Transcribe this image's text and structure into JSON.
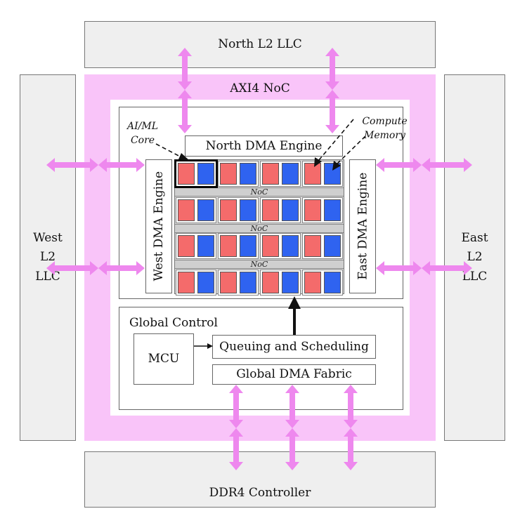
{
  "colors": {
    "pink_band": "#f9c4f9",
    "arrow_pink": "#ee88ee",
    "core_red": "#f46b6b",
    "core_blue": "#2f63f0",
    "noc_gray": "#cfcfcf",
    "box_gray": "#efefef"
  },
  "north_llc": "North L2 LLC",
  "west_llc": [
    "West",
    "L2",
    "LLC"
  ],
  "east_llc": [
    "East",
    "L2",
    "LLC"
  ],
  "ddr": "DDR4 Controller",
  "axi_noc": "AXI4 NoC",
  "north_dma": "North DMA Engine",
  "west_dma": "West DMA Engine",
  "east_dma": "East DMA Engine",
  "noc_labels": [
    "NoC",
    "NoC",
    "NoC"
  ],
  "annotations": {
    "core": [
      "AI/ML",
      "Core"
    ],
    "compute_memory": [
      "Compute",
      "Memory"
    ]
  },
  "global_control": {
    "title": "Global Control",
    "mcu": "MCU",
    "queuing": "Queuing and Scheduling",
    "fabric": "Global DMA Fabric"
  },
  "core_grid": {
    "rows": 4,
    "cols": 4,
    "highlighted": [
      0,
      0
    ]
  }
}
